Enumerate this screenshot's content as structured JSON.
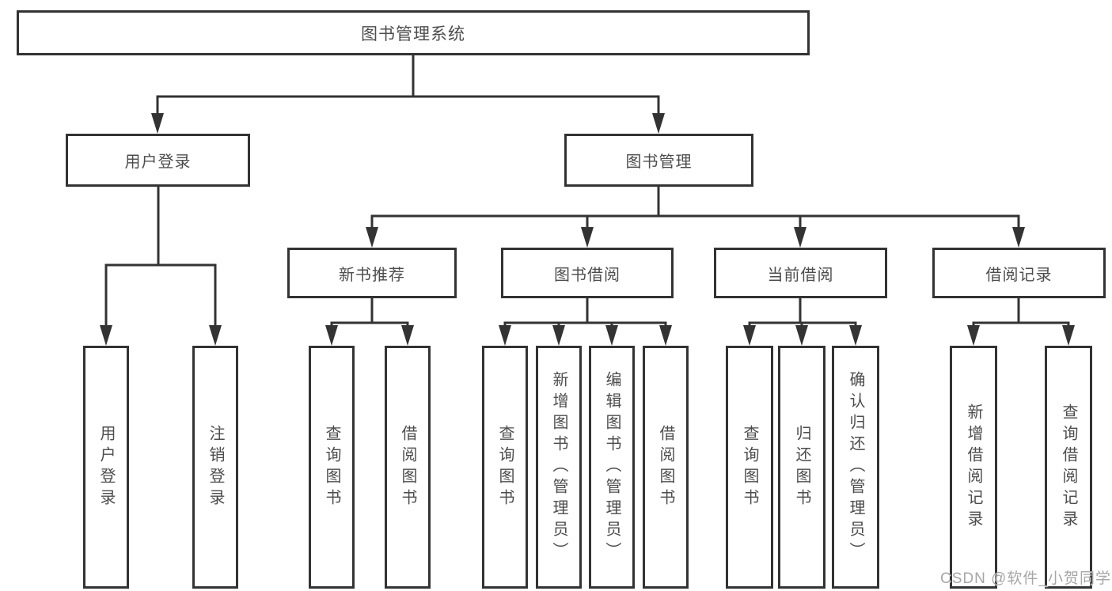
{
  "diagram": {
    "root": {
      "label": "图书管理系统"
    },
    "branches": [
      {
        "label": "用户登录",
        "leaves": [
          "用户登录",
          "注销登录"
        ]
      },
      {
        "label": "图书管理",
        "sections": [
          {
            "label": "新书推荐",
            "leaves": [
              "查询图书",
              "借阅图书"
            ]
          },
          {
            "label": "图书借阅",
            "leaves": [
              "查询图书",
              "新增图书（管理员）",
              "编辑图书（管理员）",
              "借阅图书"
            ]
          },
          {
            "label": "当前借阅",
            "leaves": [
              "查询图书",
              "归还图书",
              "确认归还（管理员）"
            ]
          },
          {
            "label": "借阅记录",
            "leaves": [
              "新增借阅记录",
              "查询借阅记录"
            ]
          }
        ]
      }
    ]
  },
  "watermark": {
    "text": "CSDN @软件_小贺同学"
  },
  "colors": {
    "line": "#333333",
    "box_border": "#333333",
    "text": "#4d4d4d",
    "watermark": "#a6a6a6",
    "background": "#ffffff"
  }
}
